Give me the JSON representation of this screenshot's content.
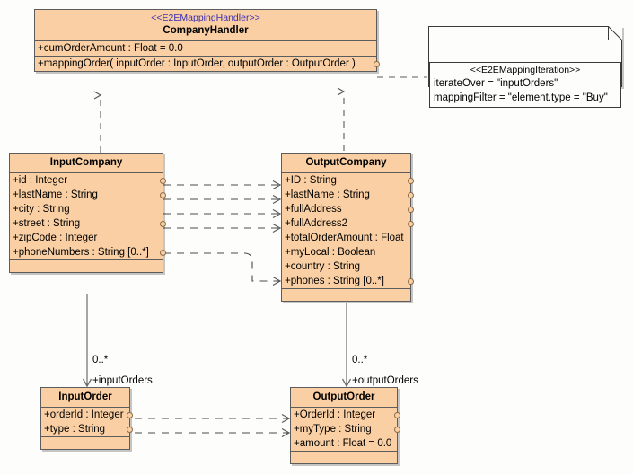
{
  "diagram": {
    "title": "E2E Mapping UML Class Diagram",
    "canvas_bg": "#fdfdfb",
    "class_fill": "#f9cfa3",
    "class_border": "#5c5c5c",
    "stereotype_color": "#3b2fb5",
    "connector_color": "#5a5a5a"
  },
  "classes": {
    "companyHandler": {
      "stereotype": "<<E2EMappingHandler>>",
      "name": "CompanyHandler",
      "attributes": [
        "+cumOrderAmount : Float = 0.0"
      ],
      "operations": [
        "+mappingOrder( inputOrder : InputOrder, outputOrder : OutputOrder )"
      ]
    },
    "inputCompany": {
      "name": "InputCompany",
      "attributes": [
        "+id : Integer",
        "+lastName : String",
        "+city : String",
        "+street : String",
        "+zipCode : Integer",
        "+phoneNumbers : String [0..*]"
      ]
    },
    "outputCompany": {
      "name": "OutputCompany",
      "attributes": [
        "+ID : String",
        "+lastName : String",
        "+fullAddress",
        "+fullAddress2",
        "+totalOrderAmount : Float",
        "+myLocal : Boolean",
        "+country : String",
        "+phones : String [0..*]"
      ]
    },
    "inputOrder": {
      "name": "InputOrder",
      "attributes": [
        "+orderId : Integer",
        "+type : String"
      ]
    },
    "outputOrder": {
      "name": "OutputOrder",
      "attributes": [
        "+OrderId : Integer",
        "+myType : String",
        "+amount : Float = 0.0"
      ]
    }
  },
  "note": {
    "stereotype": "<<E2EMappingIteration>>",
    "lines": [
      "iterateOver = \"inputOrders\"",
      "mappingFilter = \"element.type = \"Buy\""
    ]
  },
  "associations": {
    "input_orders": {
      "multiplicity": "0..*",
      "role": "+inputOrders"
    },
    "output_orders": {
      "multiplicity": "0..*",
      "role": "+outputOrders"
    }
  }
}
